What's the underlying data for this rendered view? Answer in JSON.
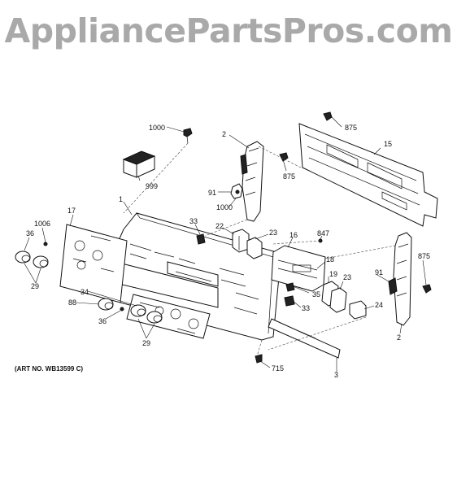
{
  "watermark": "AppliancePartsPros.com",
  "art_number": "(ART NO. WB13599 C)",
  "callouts": {
    "c1000a": "1000",
    "c875a": "875",
    "c2a": "2",
    "c15": "15",
    "c875b": "875",
    "c999": "999",
    "c1": "1",
    "c91a": "91",
    "c1000b": "1000",
    "c17": "17",
    "c1006": "1006",
    "c36a": "36",
    "c29a": "29",
    "c33a": "33",
    "c22": "22",
    "c23a": "23",
    "c16": "16",
    "c847": "847",
    "c875c": "875",
    "c18": "18",
    "c19": "19",
    "c23b": "23",
    "c91b": "91",
    "c34": "34",
    "c88": "88",
    "c36b": "36",
    "c29b": "29",
    "c35": "35",
    "c33b": "33",
    "c24": "24",
    "c2b": "2",
    "c715": "715",
    "c3": "3"
  }
}
